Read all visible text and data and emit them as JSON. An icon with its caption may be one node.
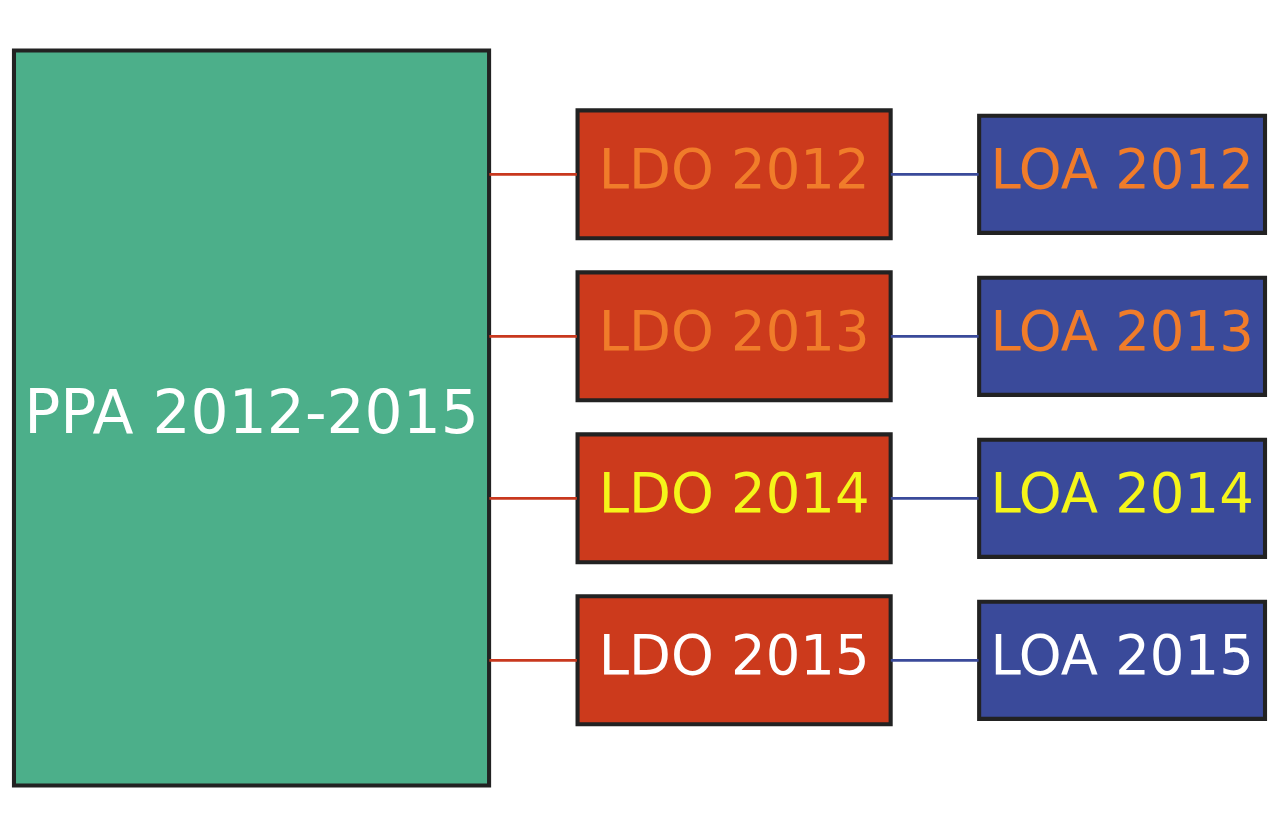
{
  "diagram": {
    "nodes": [
      {
        "text": [
          "PPA 2012-2015"
        ]
      },
      {
        "text": [
          "LDO 2012"
        ]
      },
      {
        "text": [
          "LDO 2013"
        ]
      },
      {
        "text": [
          "LDO 2014"
        ]
      },
      {
        "text": [
          "LDO 2015"
        ]
      },
      {
        "text": [
          "LOA 2012"
        ]
      },
      {
        "text": [
          "LOA 2013"
        ]
      },
      {
        "text": [
          "LOA 2014"
        ]
      },
      {
        "text": [
          "LOA 2015"
        ]
      }
    ],
    "edges": [
      {
        "from": 0,
        "to": 1,
        "arrow": "none",
        "color": "#c8381e"
      },
      {
        "from": 0,
        "to": 2,
        "arrow": "none",
        "color": "#c8381e"
      },
      {
        "from": 0,
        "to": 3,
        "arrow": "none",
        "color": "#c8381e"
      },
      {
        "from": 0,
        "to": 4,
        "arrow": "none",
        "color": "#c8381e"
      },
      {
        "from": 1,
        "to": 5,
        "arrow": "none",
        "color": "#3a4a9a"
      },
      {
        "from": 2,
        "to": 6,
        "arrow": "none",
        "color": "#3a4a9a"
      },
      {
        "from": 3,
        "to": 7,
        "arrow": "none",
        "color": "#3a4a9a"
      },
      {
        "from": 4,
        "to": 8,
        "arrow": "none",
        "color": "#3a4a9a"
      }
    ]
  }
}
